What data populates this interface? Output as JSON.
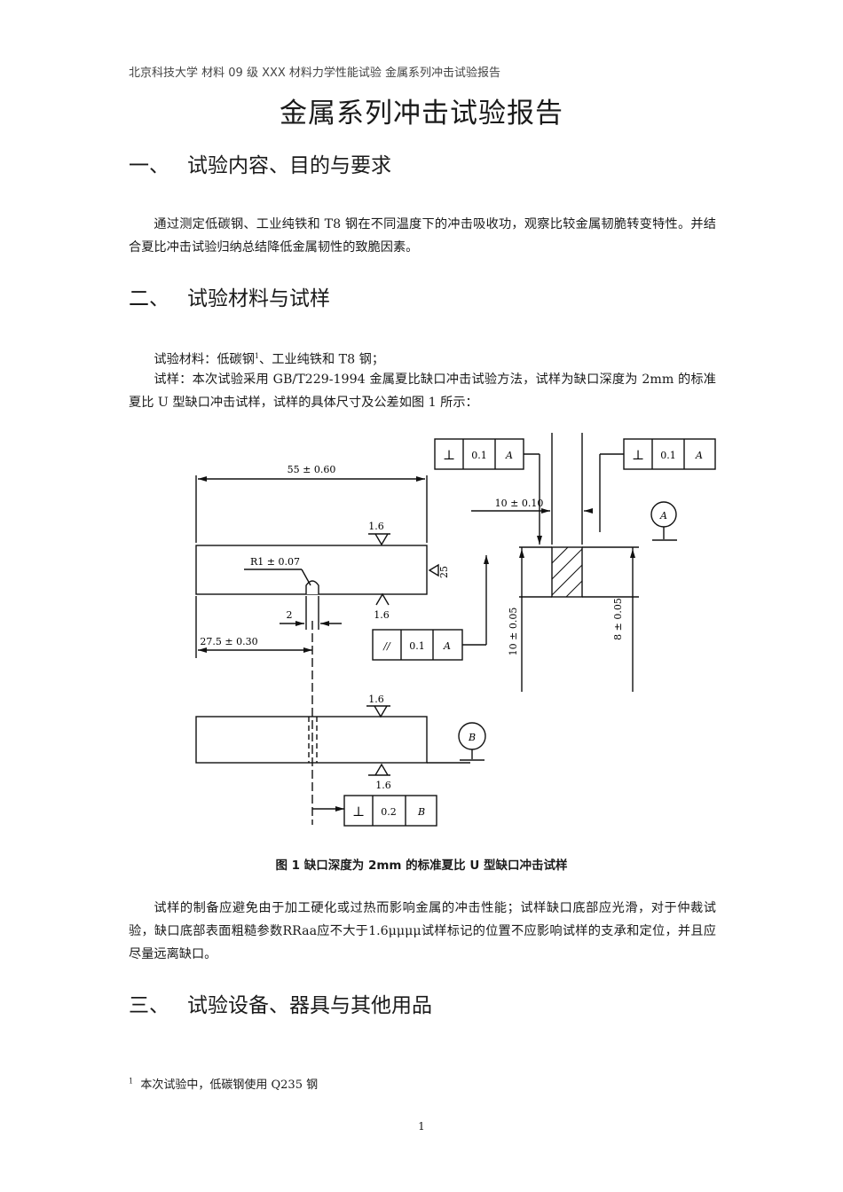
{
  "running_header": "北京科技大学  材料 09 级  XXX  材料力学性能试验  金属系列冲击试验报告",
  "title": "金属系列冲击试验报告",
  "sections": [
    {
      "num": "一、",
      "heading": "试验内容、目的与要求"
    },
    {
      "num": "二、",
      "heading": "试验材料与试样"
    },
    {
      "num": "三、",
      "heading": "试验设备、器具与其他用品"
    }
  ],
  "section1_para": "通过测定低碳钢、工业纯铁和 T8 钢在不同温度下的冲击吸收功，观察比较金属韧脆转变特性。并结合夏比冲击试验归纳总结降低金属韧性的致脆因素。",
  "section2": {
    "materials_prefix": "试验材料：低碳钢",
    "materials_fn": "1",
    "materials_suffix": "、工业纯铁和 T8 钢；",
    "specimen_text": "试样：本次试验采用 GB/T229-1994 金属夏比缺口冲击试验方法，试样为缺口深度为 2mm 的标准夏比 U 型缺口冲击试样，试样的具体尺寸及公差如图 1 所示："
  },
  "figure": {
    "caption": "图  1  缺口深度为 2mm 的标准夏比 U 型缺口冲击试样",
    "dim_length": "55 ± 0.60",
    "dim_half": "27.5 ± 0.30",
    "dim_notch_radius": "R1 ± 0.07",
    "dim_notch_depth": "2",
    "dim_width": "10 ± 0.10",
    "dim_height_10": "10 ± 0.05",
    "dim_height_8": "8 ± 0.05",
    "roughness_1": "1.6",
    "roughness_2": "1.6",
    "roughness_3": "1.6",
    "roughness_4": "1.6",
    "roughness_side": "25",
    "fcf_perp_1": {
      "symbol": "⊥",
      "tol": "0.1",
      "datum": "A"
    },
    "fcf_perp_2": {
      "symbol": "⊥",
      "tol": "0.1",
      "datum": "A"
    },
    "fcf_parallel": {
      "symbol": "//",
      "tol": "0.1",
      "datum": "A"
    },
    "fcf_perp_3": {
      "symbol": "⊥",
      "tol": "0.2",
      "datum": "B"
    },
    "datum_a": "A",
    "datum_b": "B"
  },
  "para_after_fig": "试样的制备应避免由于加工硬化或过热而影响金属的冲击性能；试样缺口底部应光滑，对于仲裁试验，缺口底部表面粗糙参数RRaa应不大于1.6μμμμ试样标记的位置不应影响试样的支承和定位，并且应尽量远离缺口。",
  "footnote_num": "1",
  "footnote_text": "本次试验中，低碳钢使用 Q235 钢",
  "page_number": "1"
}
